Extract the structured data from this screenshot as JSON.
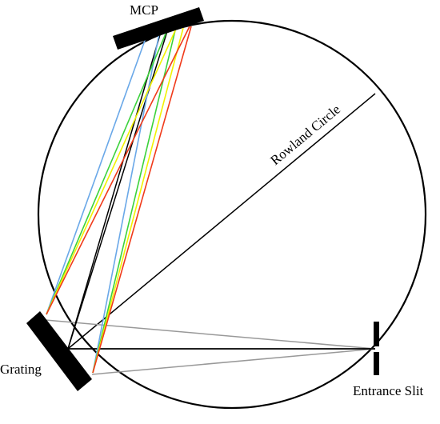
{
  "labels": {
    "mcp": "MCP",
    "rowland": "Rowland Circle",
    "grating": "Grating",
    "slit": "Entrance Slit"
  },
  "colors": {
    "circle": "#000000",
    "radius": "#000000",
    "component": "#000000",
    "incident_rays": "#999999",
    "central_rays": "#000000",
    "blue": "#6aa8e8",
    "green": "#3bd23b",
    "yellow": "#f2f200",
    "red": "#f03a1a"
  },
  "ray_colors": [
    "blue",
    "green",
    "yellow",
    "red"
  ]
}
